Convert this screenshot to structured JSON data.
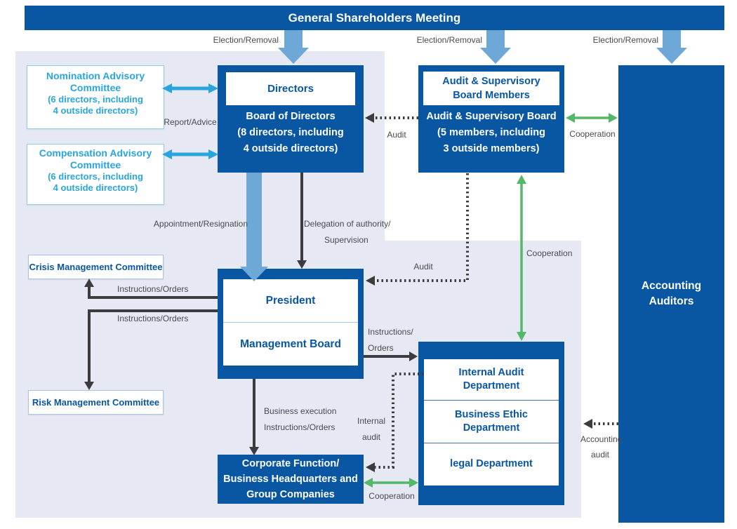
{
  "banner": {
    "title": "General Shareholders Meeting"
  },
  "boxes": {
    "nomination_committee": {
      "title": "Nomination Advisory Committee",
      "detail1": "(6 directors, including",
      "detail2": "4 outside directors)"
    },
    "compensation_committee": {
      "title": "Compensation Advisory Committee",
      "detail1": "(6 directors, including",
      "detail2": "4 outside directors)"
    },
    "directors": {
      "header": "Directors",
      "line1": "Board of Directors",
      "line2": "(8 directors, including",
      "line3": "4 outside directors)"
    },
    "audit_board": {
      "header": "Audit & Supervisory Board Members",
      "line1": "Audit & Supervisory Board",
      "line2": "(5 members, including",
      "line3": "3 outside members)"
    },
    "accounting_auditors": {
      "title": "Accounting Auditors"
    },
    "president": {
      "cell1": "President",
      "cell2": "Management Board"
    },
    "crisis_committee": {
      "title": "Crisis Management Committee"
    },
    "risk_committee": {
      "title": "Risk Management Committee"
    },
    "departments": {
      "cell1": "Internal Audit Department",
      "cell2": "Business Ethic Department",
      "cell3": "legal Department"
    },
    "corporate_function": {
      "line1": "Corporate Function/",
      "line2": "Business Headquarters and",
      "line3": "Group Companies"
    }
  },
  "labels": {
    "election_removal_1": "Election/Removal",
    "election_removal_2": "Election/Removal",
    "election_removal_3": "Election/Removal",
    "report_advice": "Report/Advice",
    "audit_top": "Audit",
    "cooperation_right": "Cooperation",
    "appointment_resignation": "Appointment/Resignation",
    "delegation_line1": "Delegation of authority/",
    "delegation_line2": "Supervision",
    "audit_mid": "Audit",
    "cooperation_mid": "Cooperation",
    "instructions_orders_1": "Instructions/Orders",
    "instructions_orders_2": "Instructions/Orders",
    "instructions_line1": "Instructions/",
    "instructions_line2": "Orders",
    "business_execution_line1": "Business execution",
    "business_execution_line2": "Instructions/Orders",
    "internal_audit_line1": "Internal",
    "internal_audit_line2": "audit",
    "cooperation_bottom": "Cooperation",
    "accounting_audit_line1": "Accounting",
    "accounting_audit_line2": "audit"
  },
  "colors": {
    "primary_blue": "#0956a3",
    "cyan": "#29a5de",
    "green": "#54b867",
    "arrow_blue": "#6ea8d7",
    "lavender": "#e6e8f4",
    "label_gray": "#4a4a4c",
    "ink": "#3c3c3e",
    "committee_border": "#8ecdec",
    "crisis_border": "#aac4dd",
    "divider_light": "#a9c6e2",
    "divider_strong": "#3f74b5"
  }
}
